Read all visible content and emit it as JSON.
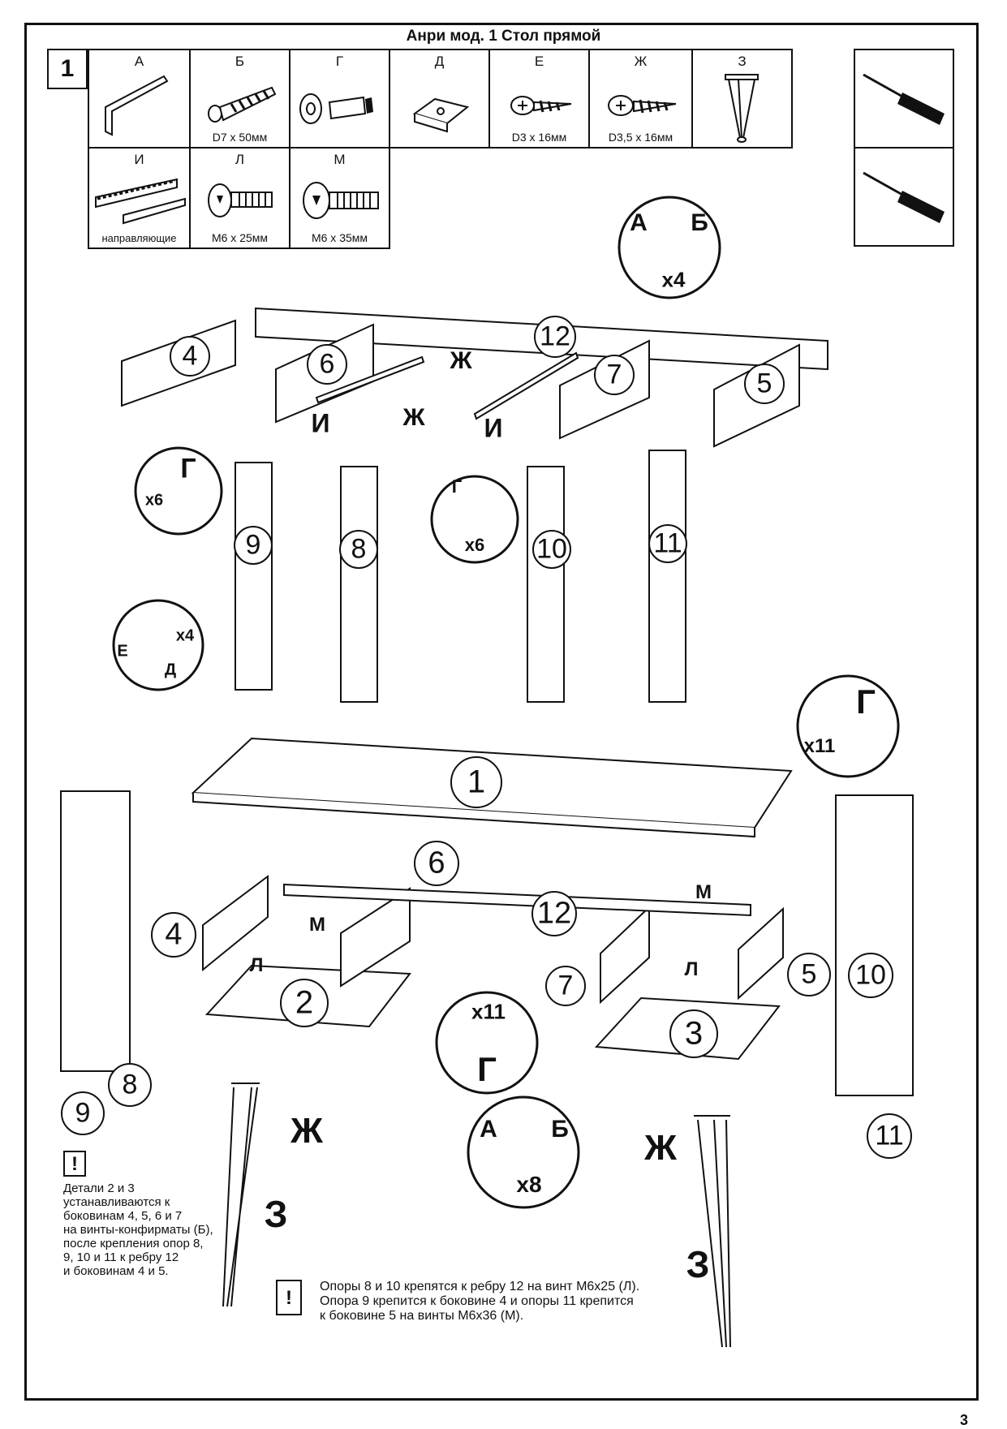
{
  "title": "Анри мод. 1 Стол прямой",
  "step_number": "1",
  "page_number": "3",
  "parts_row1": [
    {
      "letter": "А",
      "spec": ""
    },
    {
      "letter": "Б",
      "spec": "D7 x 50мм"
    },
    {
      "letter": "Г",
      "spec": ""
    },
    {
      "letter": "Д",
      "spec": ""
    },
    {
      "letter": "Е",
      "spec": "D3 x 16мм"
    },
    {
      "letter": "Ж",
      "spec": "D3,5 x 16мм"
    },
    {
      "letter": "З",
      "spec": ""
    }
  ],
  "parts_row2": [
    {
      "letter": "И",
      "spec": "направляющие"
    },
    {
      "letter": "Л",
      "spec": "M6 x 25мм"
    },
    {
      "letter": "М",
      "spec": "M6 x 35мм"
    }
  ],
  "tools": [
    "screwdriver-cross-icon",
    "screwdriver-flat-icon"
  ],
  "callouts": {
    "top_ab": {
      "a": "А",
      "b": "Б",
      "qty": "x4"
    },
    "g_left": {
      "letter": "Г",
      "qty": "x6"
    },
    "g_mid": {
      "letter": "Г",
      "qty": "x6"
    },
    "ed": {
      "e": "Е",
      "d": "Д",
      "qty": "x4"
    },
    "g_right": {
      "letter": "Г",
      "qty": "x11"
    },
    "g_center": {
      "letter": "Г",
      "qty": "x11"
    },
    "ab_bottom": {
      "a": "А",
      "b": "Б",
      "qty": "x8"
    }
  },
  "part_numbers": {
    "p1": "1",
    "p2": "2",
    "p3": "3",
    "p4a": "4",
    "p4b": "4",
    "p5a": "5",
    "p5b": "5",
    "p6a": "6",
    "p6b": "6",
    "p7a": "7",
    "p7b": "7",
    "p8a": "8",
    "p8b": "8",
    "p9a": "9",
    "p9b": "9",
    "p10a": "10",
    "p10b": "10",
    "p11a": "11",
    "p11b": "11",
    "p12a": "12",
    "p12b": "12"
  },
  "fastener_labels": {
    "zh1": "Ж",
    "zh2": "Ж",
    "zh3": "Ж",
    "zh4": "Ж",
    "i1": "И",
    "i2": "И",
    "m1": "М",
    "m2": "М",
    "l1": "Л",
    "l2": "Л",
    "z1": "З",
    "z2": "З"
  },
  "notes": {
    "icon": "!",
    "left": [
      "Детали 2 и 3",
      "устанавливаются к",
      "боковинам 4, 5, 6 и 7",
      "на винты-конфирматы (Б),",
      "после крепления опор 8,",
      "9, 10 и 11 к ребру 12",
      "и боковинам 4 и 5."
    ],
    "bottom": [
      "Опоры 8 и 10 крепятся к ребру 12 на винт M6x25 (Л).",
      "Опора 9 крепится к боковине 4 и опоры 11 крепится",
      "к боковине 5 на винты M6x36 (М)."
    ]
  }
}
